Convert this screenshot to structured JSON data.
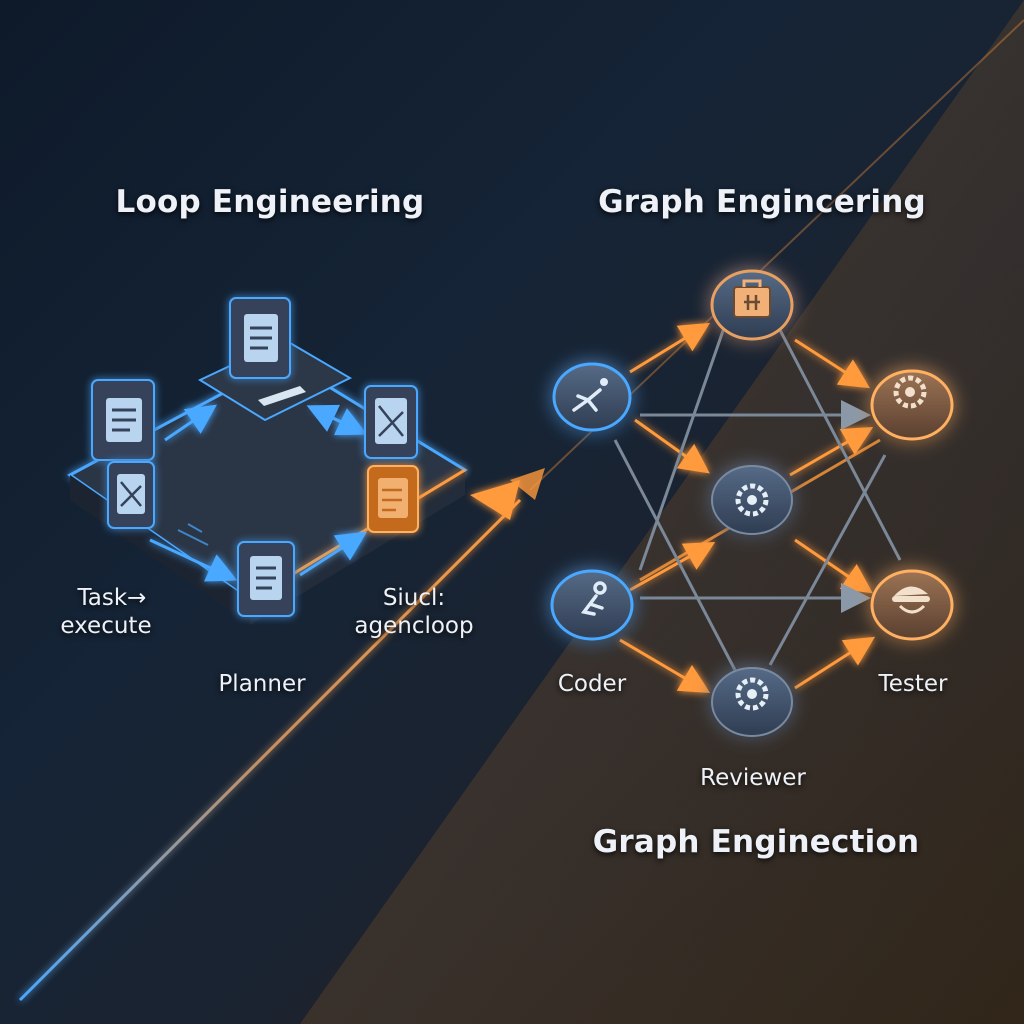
{
  "loop": {
    "title": "Loop Engineering",
    "label_task": "Task→",
    "label_execute": "execute",
    "label_planner": "Planner",
    "label_siucl": "Siucl:",
    "label_agencloop": "agencloop",
    "icons": [
      "chat-doc-icon",
      "document-icon",
      "image-doc-icon",
      "orange-doc-icon",
      "document-icon",
      "image-doc-icon"
    ]
  },
  "graph": {
    "title": "Graph Engincering",
    "subtitle": "Graph Enginection",
    "nodes": {
      "top": {
        "icon": "toolbox-icon"
      },
      "left": {
        "icon": "runner-icon"
      },
      "center": {
        "icon": "gear-icon"
      },
      "right": {
        "icon": "gear-icon"
      },
      "coder": {
        "label": "Coder",
        "icon": "person-icon"
      },
      "reviewer": {
        "label": "Reviewer",
        "icon": "gear-icon"
      },
      "tester": {
        "label": "Tester",
        "icon": "hat-icon"
      }
    }
  },
  "colors": {
    "blue": "#4aa8ff",
    "orange": "#ff9a3c",
    "node_blue": "#3c4e66",
    "node_orange": "#7a5a42"
  }
}
